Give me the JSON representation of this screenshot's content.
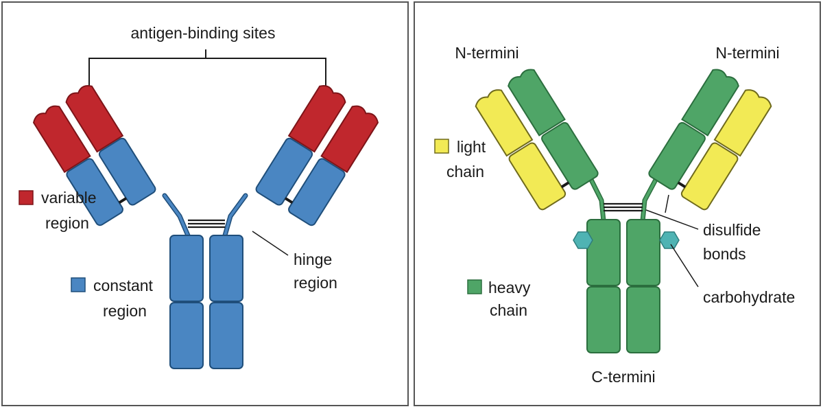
{
  "colors": {
    "variable": "#c0272d",
    "constant": "#4a86c2",
    "light": "#f2ea55",
    "heavy": "#4fa567",
    "carbohydrate": "#4fb3b3",
    "outline_blue": "#1f4e7a",
    "outline_green": "#2b6e3e",
    "outline_red": "#7d1418",
    "outline_yellow": "#6f6a1c"
  },
  "left_panel": {
    "antigen_label": "antigen-binding sites",
    "legend": [
      {
        "key": "variable",
        "lines": [
          "variable",
          "region"
        ]
      },
      {
        "key": "constant",
        "lines": [
          "constant",
          "region"
        ]
      }
    ],
    "hinge_lines": [
      "hinge",
      "region"
    ]
  },
  "right_panel": {
    "n_termini_left": "N-termini",
    "n_termini_right": "N-termini",
    "c_termini": "C-termini",
    "legend": [
      {
        "key": "light",
        "lines": [
          "light",
          "chain"
        ]
      },
      {
        "key": "heavy",
        "lines": [
          "heavy",
          "chain"
        ]
      }
    ],
    "disulfide_lines": [
      "disulfide",
      "bonds"
    ],
    "carbohydrate": "carbohydrate"
  }
}
